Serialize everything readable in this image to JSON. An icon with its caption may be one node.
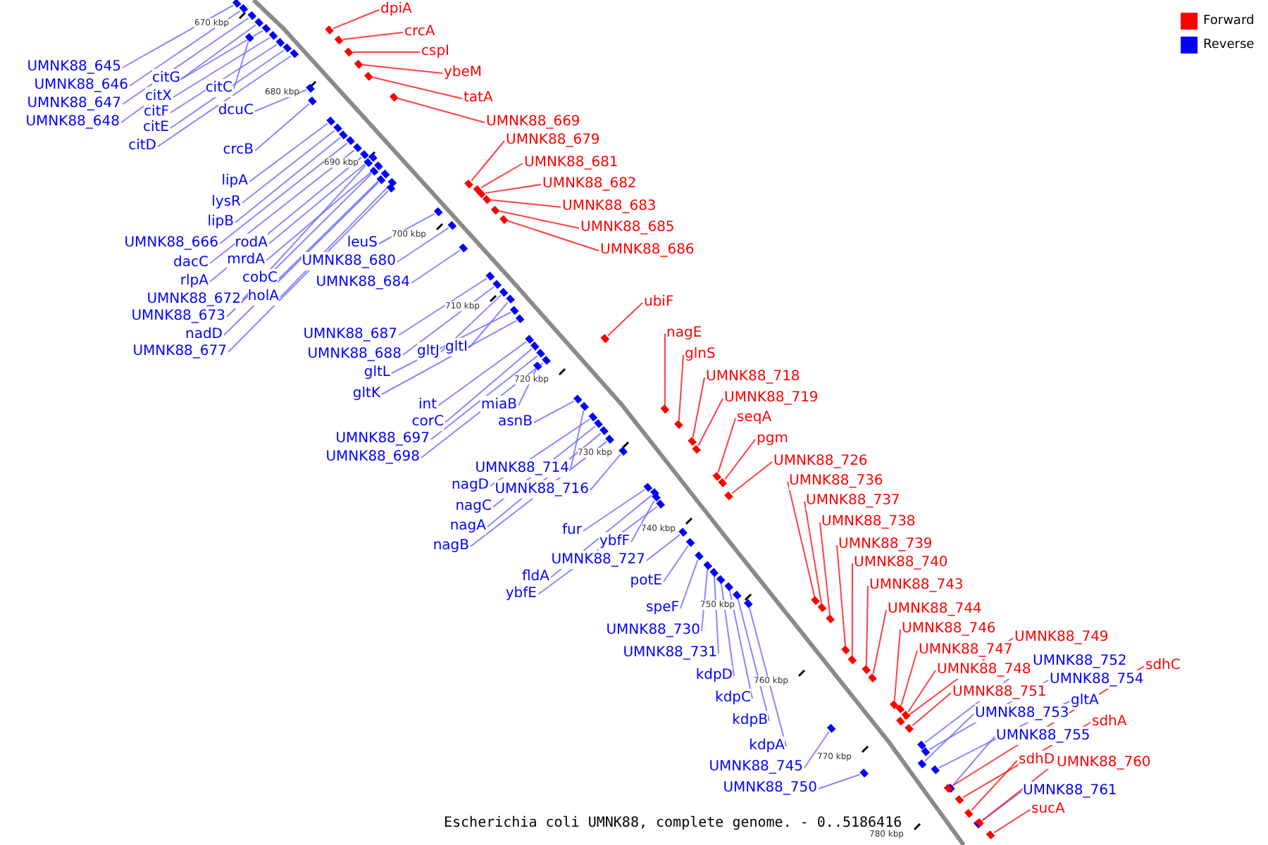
{
  "diagram": {
    "caption": "Escherichia coli UMNK88, complete genome. - 0..5186416",
    "nodes": [
      {
        "text": [
          "UMNK88_645"
        ]
      },
      {
        "text": [
          "UMNK88_646"
        ]
      },
      {
        "text": [
          "UMNK88_647"
        ]
      },
      {
        "text": [
          "UMNK88_648"
        ]
      },
      {
        "text": [
          "citG"
        ]
      },
      {
        "text": [
          "citX"
        ]
      },
      {
        "text": [
          "citF"
        ]
      },
      {
        "text": [
          "citE"
        ]
      },
      {
        "text": [
          "citD"
        ]
      },
      {
        "text": [
          "citC"
        ]
      },
      {
        "text": [
          "dcuC"
        ]
      },
      {
        "text": [
          "crcB"
        ]
      },
      {
        "text": [
          "lipA"
        ]
      },
      {
        "text": [
          "lysR"
        ]
      },
      {
        "text": [
          "lipB"
        ]
      },
      {
        "text": [
          "UMNK88_666"
        ]
      },
      {
        "text": [
          "dacC"
        ]
      },
      {
        "text": [
          "rlpA"
        ]
      },
      {
        "text": [
          "UMNK88_672"
        ]
      },
      {
        "text": [
          "UMNK88_673"
        ]
      },
      {
        "text": [
          "nadD"
        ]
      },
      {
        "text": [
          "UMNK88_677"
        ]
      },
      {
        "text": [
          "rodA"
        ]
      },
      {
        "text": [
          "mrdA"
        ]
      },
      {
        "text": [
          "cobC"
        ]
      },
      {
        "text": [
          "holA"
        ]
      },
      {
        "text": [
          "leuS"
        ]
      },
      {
        "text": [
          "UMNK88_680"
        ]
      },
      {
        "text": [
          "UMNK88_684"
        ]
      },
      {
        "text": [
          "UMNK88_687"
        ]
      },
      {
        "text": [
          "UMNK88_688"
        ]
      },
      {
        "text": [
          "gltJ"
        ]
      },
      {
        "text": [
          "gltI"
        ]
      },
      {
        "text": [
          "gltL"
        ]
      },
      {
        "text": [
          "gltK"
        ]
      },
      {
        "text": [
          "int"
        ]
      },
      {
        "text": [
          "corC"
        ]
      },
      {
        "text": [
          "UMNK88_697"
        ]
      },
      {
        "text": [
          "UMNK88_698"
        ]
      },
      {
        "text": [
          "miaB"
        ]
      },
      {
        "text": [
          "asnB"
        ]
      },
      {
        "text": [
          "UMNK88_714"
        ]
      },
      {
        "text": [
          "UMNK88_716"
        ]
      },
      {
        "text": [
          "nagD"
        ]
      },
      {
        "text": [
          "nagC"
        ]
      },
      {
        "text": [
          "nagA"
        ]
      },
      {
        "text": [
          "nagB"
        ]
      },
      {
        "text": [
          "fur"
        ]
      },
      {
        "text": [
          "ybfF"
        ]
      },
      {
        "text": [
          "UMNK88_727"
        ]
      },
      {
        "text": [
          "fldA"
        ]
      },
      {
        "text": [
          "ybfE"
        ]
      },
      {
        "text": [
          "potE"
        ]
      },
      {
        "text": [
          "speF"
        ]
      },
      {
        "text": [
          "UMNK88_730"
        ]
      },
      {
        "text": [
          "UMNK88_731"
        ]
      },
      {
        "text": [
          "kdpD"
        ]
      },
      {
        "text": [
          "kdpC"
        ]
      },
      {
        "text": [
          "kdpB"
        ]
      },
      {
        "text": [
          "kdpA"
        ]
      },
      {
        "text": [
          "UMNK88_745"
        ]
      },
      {
        "text": [
          "UMNK88_750"
        ]
      },
      {
        "text": [
          "UMNK88_752"
        ]
      },
      {
        "text": [
          "UMNK88_754"
        ]
      },
      {
        "text": [
          "gltA"
        ]
      },
      {
        "text": [
          "UMNK88_753"
        ]
      },
      {
        "text": [
          "UMNK88_755"
        ]
      },
      {
        "text": [
          "UMNK88_761"
        ]
      },
      {
        "text": [
          "dpiA"
        ]
      },
      {
        "text": [
          "crcA"
        ]
      },
      {
        "text": [
          "cspI"
        ]
      },
      {
        "text": [
          "ybeM"
        ]
      },
      {
        "text": [
          "tatA"
        ]
      },
      {
        "text": [
          "UMNK88_669"
        ]
      },
      {
        "text": [
          "UMNK88_679"
        ]
      },
      {
        "text": [
          "UMNK88_681"
        ]
      },
      {
        "text": [
          "UMNK88_682"
        ]
      },
      {
        "text": [
          "UMNK88_683"
        ]
      },
      {
        "text": [
          "UMNK88_685"
        ]
      },
      {
        "text": [
          "UMNK88_686"
        ]
      },
      {
        "text": [
          "ubiF"
        ]
      },
      {
        "text": [
          "nagE"
        ]
      },
      {
        "text": [
          "glnS"
        ]
      },
      {
        "text": [
          "UMNK88_718"
        ]
      },
      {
        "text": [
          "UMNK88_719"
        ]
      },
      {
        "text": [
          "seqA"
        ]
      },
      {
        "text": [
          "pgm"
        ]
      },
      {
        "text": [
          "UMNK88_726"
        ]
      },
      {
        "text": [
          "UMNK88_736"
        ]
      },
      {
        "text": [
          "UMNK88_737"
        ]
      },
      {
        "text": [
          "UMNK88_738"
        ]
      },
      {
        "text": [
          "UMNK88_739"
        ]
      },
      {
        "text": [
          "UMNK88_740"
        ]
      },
      {
        "text": [
          "UMNK88_743"
        ]
      },
      {
        "text": [
          "UMNK88_744"
        ]
      },
      {
        "text": [
          "UMNK88_746"
        ]
      },
      {
        "text": [
          "UMNK88_747"
        ]
      },
      {
        "text": [
          "UMNK88_749"
        ]
      },
      {
        "text": [
          "UMNK88_748"
        ]
      },
      {
        "text": [
          "UMNK88_751"
        ]
      },
      {
        "text": [
          "sdhC"
        ]
      },
      {
        "text": [
          "sdhA"
        ]
      },
      {
        "text": [
          "sdhD"
        ]
      },
      {
        "text": [
          "UMNK88_760"
        ]
      },
      {
        "text": [
          "sucA"
        ]
      },
      {
        "text": [],
        "shape": "box"
      },
      {
        "text": [],
        "shape": "box"
      },
      {
        "text": [],
        "shape": "box"
      },
      {
        "text": [],
        "shape": "box"
      },
      {
        "text": [],
        "shape": "box"
      },
      {
        "text": [],
        "shape": "box"
      },
      {
        "text": [],
        "shape": "box"
      },
      {
        "text": [],
        "shape": "box"
      },
      {
        "text": [],
        "shape": "box"
      },
      {
        "text": [],
        "shape": "box"
      },
      {
        "text": [],
        "shape": "box"
      },
      {
        "text": [],
        "shape": "box"
      },
      {
        "text": [],
        "shape": "box"
      },
      {
        "text": [],
        "shape": "box"
      },
      {
        "text": [],
        "shape": "box"
      },
      {
        "text": [],
        "shape": "box"
      },
      {
        "text": [],
        "shape": "box"
      },
      {
        "text": [],
        "shape": "box"
      },
      {
        "text": [],
        "shape": "box"
      },
      {
        "text": [],
        "shape": "box"
      },
      {
        "text": [],
        "shape": "box"
      },
      {
        "text": [],
        "shape": "box"
      },
      {
        "text": [],
        "shape": "box"
      },
      {
        "text": [],
        "shape": "box"
      },
      {
        "text": [],
        "shape": "box"
      },
      {
        "text": [],
        "shape": "box"
      },
      {
        "text": [],
        "shape": "box"
      },
      {
        "text": [],
        "shape": "box"
      },
      {
        "text": [],
        "shape": "box"
      },
      {
        "text": [],
        "shape": "box"
      },
      {
        "text": [],
        "shape": "box"
      },
      {
        "text": [],
        "shape": "box"
      },
      {
        "text": [],
        "shape": "box"
      },
      {
        "text": [],
        "shape": "box"
      },
      {
        "text": [],
        "shape": "box"
      },
      {
        "text": [],
        "shape": "box"
      },
      {
        "text": [],
        "shape": "box"
      },
      {
        "text": [],
        "shape": "box"
      },
      {
        "text": [],
        "shape": "box"
      },
      {
        "text": [],
        "shape": "box"
      },
      {
        "text": [],
        "shape": "box"
      },
      {
        "text": [],
        "shape": "box"
      },
      {
        "text": [],
        "shape": "box"
      },
      {
        "text": [],
        "shape": "box"
      },
      {
        "text": [],
        "shape": "box"
      },
      {
        "text": [],
        "shape": "box"
      },
      {
        "text": [],
        "shape": "box"
      },
      {
        "text": [],
        "shape": "box"
      },
      {
        "text": [],
        "shape": "box"
      },
      {
        "text": [],
        "shape": "box"
      },
      {
        "text": [],
        "shape": "box"
      },
      {
        "text": [],
        "shape": "box"
      },
      {
        "text": [],
        "shape": "box"
      },
      {
        "text": [],
        "shape": "box"
      },
      {
        "text": [],
        "shape": "box"
      },
      {
        "text": [],
        "shape": "box"
      },
      {
        "text": [],
        "shape": "box"
      },
      {
        "text": [],
        "shape": "box"
      },
      {
        "text": [],
        "shape": "box"
      },
      {
        "text": [],
        "shape": "box"
      },
      {
        "text": [],
        "shape": "box"
      },
      {
        "text": [],
        "shape": "box"
      },
      {
        "text": [],
        "shape": "box"
      },
      {
        "text": [],
        "shape": "box"
      },
      {
        "text": [],
        "shape": "box"
      },
      {
        "text": [],
        "shape": "box"
      },
      {
        "text": [],
        "shape": "box"
      },
      {
        "text": [],
        "shape": "box"
      },
      {
        "text": [],
        "shape": "box"
      },
      {
        "text": [],
        "shape": "box"
      },
      {
        "text": [],
        "shape": "box"
      },
      {
        "text": [],
        "shape": "box"
      },
      {
        "text": [],
        "shape": "box"
      },
      {
        "text": [],
        "shape": "box"
      },
      {
        "text": [],
        "shape": "box"
      },
      {
        "text": [],
        "shape": "box"
      },
      {
        "text": [],
        "shape": "box"
      },
      {
        "text": [],
        "shape": "box"
      },
      {
        "text": [],
        "shape": "box"
      },
      {
        "text": [],
        "shape": "box"
      },
      {
        "text": [],
        "shape": "box"
      },
      {
        "text": [],
        "shape": "box"
      },
      {
        "text": [],
        "shape": "box"
      },
      {
        "text": [],
        "shape": "box"
      },
      {
        "text": [],
        "shape": "box"
      },
      {
        "text": [],
        "shape": "box"
      },
      {
        "text": [],
        "shape": "box"
      },
      {
        "text": [],
        "shape": "box"
      },
      {
        "text": [],
        "shape": "box"
      },
      {
        "text": [],
        "shape": "box"
      },
      {
        "text": [],
        "shape": "box"
      },
      {
        "text": [],
        "shape": "box"
      },
      {
        "text": [],
        "shape": "box"
      },
      {
        "text": [],
        "shape": "box"
      },
      {
        "text": [],
        "shape": "box"
      },
      {
        "text": [],
        "shape": "box"
      },
      {
        "text": [],
        "shape": "box"
      },
      {
        "text": [],
        "shape": "box"
      },
      {
        "text": [],
        "shape": "box"
      },
      {
        "text": [],
        "shape": "box"
      },
      {
        "text": [],
        "shape": "box"
      },
      {
        "text": [],
        "shape": "box"
      },
      {
        "text": [],
        "shape": "box"
      },
      {
        "text": [],
        "shape": "box"
      },
      {
        "text": [],
        "shape": "box"
      }
    ],
    "edges": [
      {
        "from": 0,
        "to": 105,
        "arrow": "none"
      },
      {
        "from": 1,
        "to": 106,
        "arrow": "none"
      },
      {
        "from": 2,
        "to": 107,
        "arrow": "none"
      },
      {
        "from": 3,
        "to": 108,
        "arrow": "none"
      },
      {
        "from": 4,
        "to": 109,
        "arrow": "none"
      },
      {
        "from": 5,
        "to": 110,
        "arrow": "none"
      },
      {
        "from": 6,
        "to": 111,
        "arrow": "none"
      },
      {
        "from": 7,
        "to": 112,
        "arrow": "none"
      },
      {
        "from": 8,
        "to": 113,
        "arrow": "none"
      },
      {
        "from": 9,
        "to": 114,
        "arrow": "none"
      },
      {
        "from": 10,
        "to": 115,
        "arrow": "none"
      },
      {
        "from": 11,
        "to": 116,
        "arrow": "none"
      },
      {
        "from": 12,
        "to": 117,
        "arrow": "none"
      },
      {
        "from": 13,
        "to": 118,
        "arrow": "none"
      },
      {
        "from": 14,
        "to": 119,
        "arrow": "none"
      },
      {
        "from": 15,
        "to": 120,
        "arrow": "none"
      },
      {
        "from": 16,
        "to": 121,
        "arrow": "none"
      },
      {
        "from": 17,
        "to": 122,
        "arrow": "none"
      },
      {
        "from": 18,
        "to": 123,
        "arrow": "none"
      },
      {
        "from": 19,
        "to": 124,
        "arrow": "none"
      },
      {
        "from": 20,
        "to": 125,
        "arrow": "none"
      },
      {
        "from": 21,
        "to": 126,
        "arrow": "none"
      },
      {
        "from": 22,
        "to": 127,
        "arrow": "none"
      },
      {
        "from": 23,
        "to": 128,
        "arrow": "none"
      },
      {
        "from": 24,
        "to": 129,
        "arrow": "none"
      },
      {
        "from": 25,
        "to": 130,
        "arrow": "none"
      },
      {
        "from": 26,
        "to": 131,
        "arrow": "none"
      },
      {
        "from": 27,
        "to": 132,
        "arrow": "none"
      },
      {
        "from": 28,
        "to": 133,
        "arrow": "none"
      },
      {
        "from": 29,
        "to": 134,
        "arrow": "none"
      },
      {
        "from": 30,
        "to": 135,
        "arrow": "none"
      },
      {
        "from": 31,
        "to": 136,
        "arrow": "none"
      },
      {
        "from": 32,
        "to": 137,
        "arrow": "none"
      },
      {
        "from": 33,
        "to": 138,
        "arrow": "none"
      },
      {
        "from": 34,
        "to": 139,
        "arrow": "none"
      },
      {
        "from": 35,
        "to": 140,
        "arrow": "none"
      },
      {
        "from": 36,
        "to": 141,
        "arrow": "none"
      },
      {
        "from": 37,
        "to": 142,
        "arrow": "none"
      },
      {
        "from": 38,
        "to": 143,
        "arrow": "none"
      },
      {
        "from": 39,
        "to": 144,
        "arrow": "none"
      },
      {
        "from": 40,
        "to": 145,
        "arrow": "none"
      },
      {
        "from": 41,
        "to": 146,
        "arrow": "none"
      },
      {
        "from": 42,
        "to": 147,
        "arrow": "none"
      },
      {
        "from": 43,
        "to": 148,
        "arrow": "none"
      },
      {
        "from": 44,
        "to": 149,
        "arrow": "none"
      },
      {
        "from": 45,
        "to": 150,
        "arrow": "none"
      },
      {
        "from": 46,
        "to": 151,
        "arrow": "none"
      },
      {
        "from": 47,
        "to": 152,
        "arrow": "none"
      },
      {
        "from": 48,
        "to": 153,
        "arrow": "none"
      },
      {
        "from": 49,
        "to": 154,
        "arrow": "none"
      },
      {
        "from": 50,
        "to": 155,
        "arrow": "none"
      },
      {
        "from": 51,
        "to": 156,
        "arrow": "none"
      },
      {
        "from": 52,
        "to": 157,
        "arrow": "none"
      },
      {
        "from": 53,
        "to": 158,
        "arrow": "none"
      },
      {
        "from": 54,
        "to": 159,
        "arrow": "none"
      },
      {
        "from": 55,
        "to": 160,
        "arrow": "none"
      },
      {
        "from": 56,
        "to": 161,
        "arrow": "none"
      },
      {
        "from": 57,
        "to": 162,
        "arrow": "none"
      },
      {
        "from": 58,
        "to": 163,
        "arrow": "none"
      },
      {
        "from": 59,
        "to": 164,
        "arrow": "none"
      },
      {
        "from": 60,
        "to": 165,
        "arrow": "none"
      },
      {
        "from": 61,
        "to": 166,
        "arrow": "none"
      },
      {
        "from": 62,
        "to": 167,
        "arrow": "none"
      },
      {
        "from": 63,
        "to": 168,
        "arrow": "none"
      },
      {
        "from": 64,
        "to": 169,
        "arrow": "none"
      },
      {
        "from": 65,
        "to": 170,
        "arrow": "none"
      },
      {
        "from": 66,
        "to": 171,
        "arrow": "none"
      },
      {
        "from": 67,
        "to": 172,
        "arrow": "none"
      },
      {
        "from": 68,
        "to": 173,
        "arrow": "none",
        "color": "#ff0000"
      },
      {
        "from": 69,
        "to": 174,
        "arrow": "none",
        "color": "#ff0000"
      },
      {
        "from": 70,
        "to": 175,
        "arrow": "none",
        "color": "#ff0000"
      },
      {
        "from": 71,
        "to": 176,
        "arrow": "none",
        "color": "#ff0000"
      },
      {
        "from": 72,
        "to": 177,
        "arrow": "none",
        "color": "#ff0000"
      },
      {
        "from": 73,
        "to": 178,
        "arrow": "none",
        "color": "#ff0000"
      },
      {
        "from": 74,
        "to": 179,
        "arrow": "none",
        "color": "#ff0000"
      },
      {
        "from": 75,
        "to": 180,
        "arrow": "none",
        "color": "#ff0000"
      },
      {
        "from": 76,
        "to": 181,
        "arrow": "none",
        "color": "#ff0000"
      },
      {
        "from": 77,
        "to": 182,
        "arrow": "none",
        "color": "#ff0000"
      },
      {
        "from": 78,
        "to": 183,
        "arrow": "none",
        "color": "#ff0000"
      },
      {
        "from": 79,
        "to": 184,
        "arrow": "none",
        "color": "#ff0000"
      },
      {
        "from": 80,
        "to": 185,
        "arrow": "none",
        "color": "#ff0000"
      },
      {
        "from": 81,
        "to": 186,
        "arrow": "none",
        "color": "#ff0000"
      },
      {
        "from": 82,
        "to": 187,
        "arrow": "none",
        "color": "#ff0000"
      },
      {
        "from": 83,
        "to": 188,
        "arrow": "none",
        "color": "#ff0000"
      },
      {
        "from": 84,
        "to": 189,
        "arrow": "none",
        "color": "#ff0000"
      },
      {
        "from": 85,
        "to": 190,
        "arrow": "none",
        "color": "#ff0000"
      },
      {
        "from": 86,
        "to": 191,
        "arrow": "none",
        "color": "#ff0000"
      },
      {
        "from": 87,
        "to": 192,
        "arrow": "none",
        "color": "#ff0000"
      },
      {
        "from": 88,
        "to": 193,
        "arrow": "none",
        "color": "#ff0000"
      },
      {
        "from": 89,
        "to": 194,
        "arrow": "none",
        "color": "#ff0000"
      },
      {
        "from": 90,
        "to": 195,
        "arrow": "none",
        "color": "#ff0000"
      },
      {
        "from": 91,
        "to": 196,
        "arrow": "none",
        "color": "#ff0000"
      },
      {
        "from": 92,
        "to": 197,
        "arrow": "none",
        "color": "#ff0000"
      },
      {
        "from": 93,
        "to": 198,
        "arrow": "none",
        "color": "#ff0000"
      },
      {
        "from": 94,
        "to": 199,
        "arrow": "none",
        "color": "#ff0000"
      },
      {
        "from": 95,
        "to": 200,
        "arrow": "none",
        "color": "#ff0000"
      },
      {
        "from": 96,
        "to": 201,
        "arrow": "none",
        "color": "#ff0000"
      },
      {
        "from": 97,
        "to": 202,
        "arrow": "none",
        "color": "#ff0000"
      },
      {
        "from": 98,
        "to": 203,
        "arrow": "none",
        "color": "#ff0000"
      },
      {
        "from": 99,
        "to": 204,
        "arrow": "none",
        "color": "#ff0000"
      },
      {
        "from": 100,
        "to": 205,
        "arrow": "none",
        "color": "#ff0000"
      },
      {
        "from": 101,
        "to": 206,
        "arrow": "none",
        "color": "#ff0000"
      },
      {
        "from": 102,
        "to": 207,
        "arrow": "none",
        "color": "#ff0000"
      },
      {
        "from": 103,
        "to": 208,
        "arrow": "none",
        "color": "#ff0000"
      },
      {
        "from": 104,
        "to": 209,
        "arrow": "none",
        "color": "#ff0000"
      }
    ],
    "labels": [
      "670 kbp",
      "680 kbp",
      "690 kbp",
      "700 kbp",
      "710 kbp",
      "720 kbp",
      "730 kbp",
      "740 kbp",
      "750 kbp",
      "760 kbp",
      "770 kbp",
      "780 kbp"
    ],
    "legend": [
      {
        "text": "Forward",
        "color": "#ff0000"
      },
      {
        "text": "Reverse",
        "color": "#0000ff"
      }
    ]
  }
}
